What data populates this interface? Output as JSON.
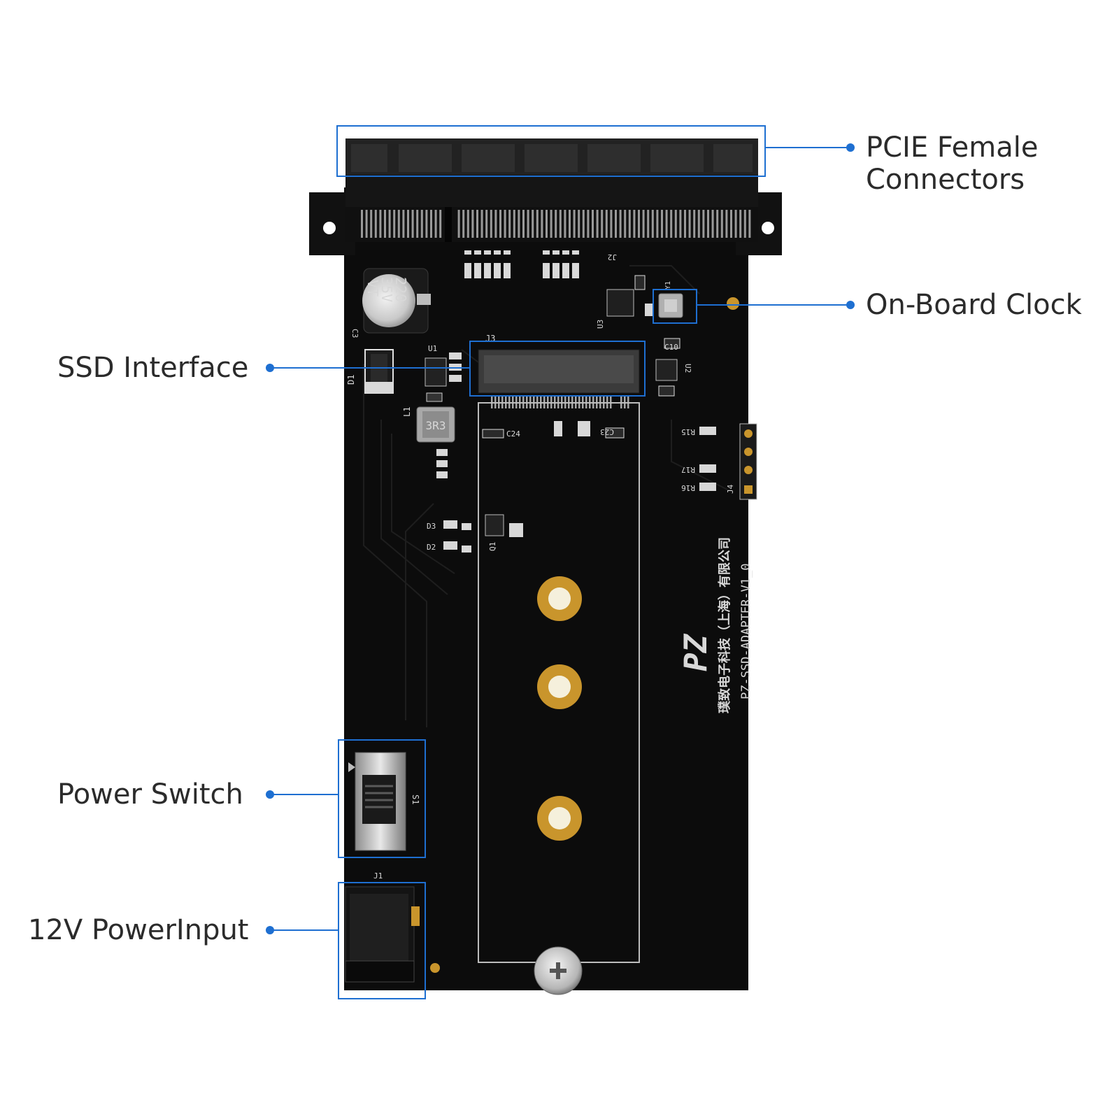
{
  "callouts": {
    "pcie": {
      "line1": "PCIE Female",
      "line2": "Connectors"
    },
    "clock": "On-Board Clock",
    "ssd": "SSD Interface",
    "switch": "Power Switch",
    "power": "12V PowerInput"
  },
  "board": {
    "silkscreen_model": "PZ-SSD-ADAPTER-V1_0",
    "silkscreen_company": "璞致电子科技（上海）有限公司",
    "logo_text": "PZ",
    "capacitor_line1": "220",
    "capacitor_line2": "35V",
    "capacitor_line3": "VT",
    "inductor_label": "3R3",
    "labels": {
      "j1": "J1",
      "j2": "J2",
      "j3": "J3",
      "j4": "J4",
      "s1": "S1",
      "d1": "D1",
      "u1": "U1",
      "u2": "U2",
      "u3": "U3",
      "y1": "Y1",
      "l1": "L1",
      "c3": "C3",
      "c10": "C10",
      "c23": "C23",
      "c24": "C24",
      "r15": "R15",
      "r17": "R17",
      "r16": "R16",
      "d2": "D2",
      "d3": "D3",
      "q1": "Q1"
    }
  },
  "colors": {
    "pcb": "#0c0c0c",
    "highlight": "#1e6fd1",
    "gold": "#c9952c",
    "text": "#2b2b2b"
  }
}
